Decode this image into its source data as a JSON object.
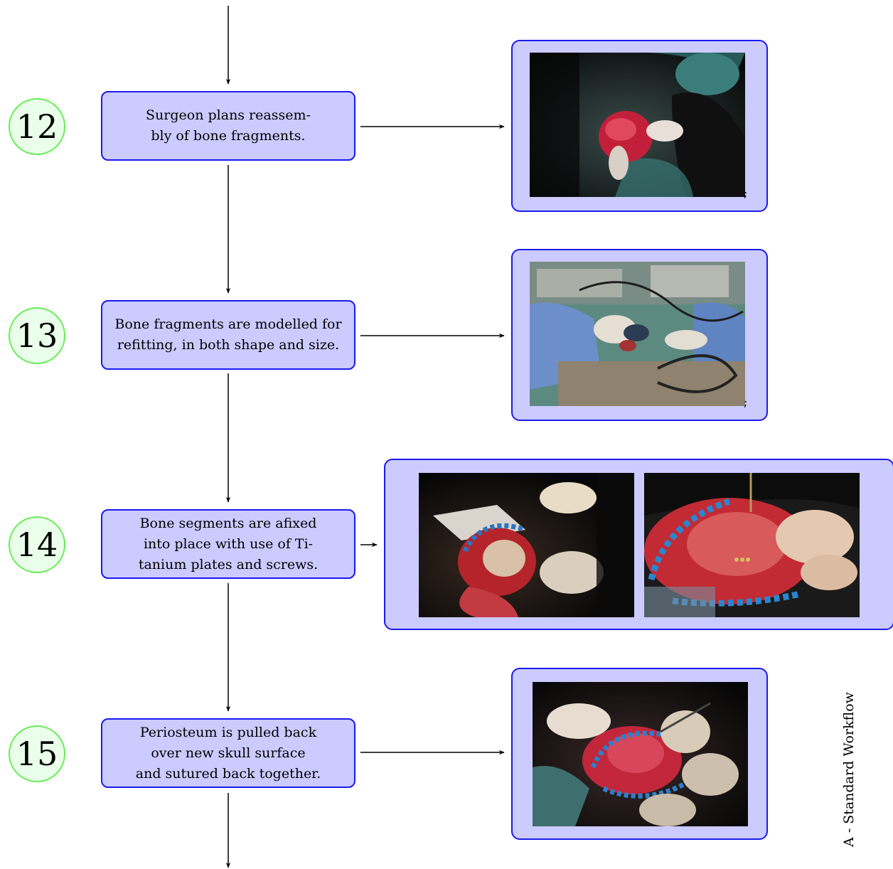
{
  "side_label": "A - Standard Workflow",
  "steps": [
    {
      "number": "12",
      "text": "Surgeon plans reassem-\nbly of bone fragments.",
      "photo_suffix": ";"
    },
    {
      "number": "13",
      "text": "Bone fragments are modelled for\nrefitting, in both shape and size.",
      "photo_suffix": ";"
    },
    {
      "number": "14",
      "text": "Bone segments are afixed\ninto place with use of Ti-\ntanium plates and screws.",
      "photo_suffix": ""
    },
    {
      "number": "15",
      "text": "Periosteum is pulled back\nover new skull surface\nand sutured back together.",
      "photo_suffix": ""
    }
  ],
  "colors": {
    "box_fill": "#cccbff",
    "box_border": "#1a1aee",
    "circle_border": "#66ee55",
    "circle_fill": "#eaffea"
  }
}
